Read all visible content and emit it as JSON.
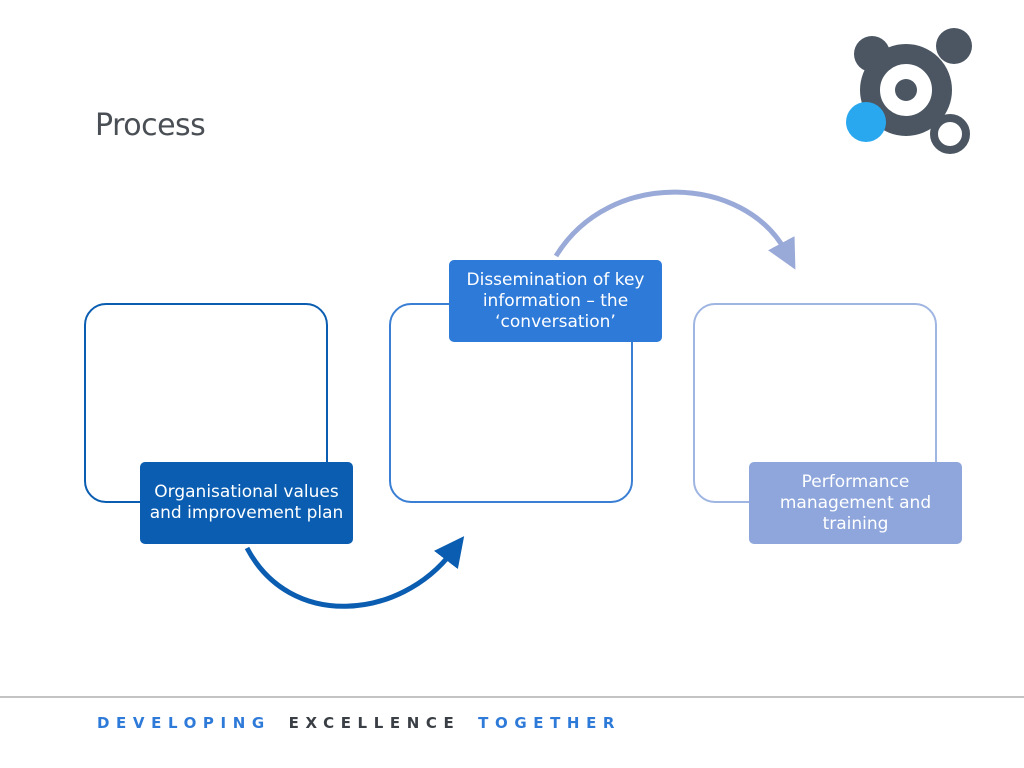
{
  "slide": {
    "title": "Process"
  },
  "steps": [
    {
      "label": "Organisational values and improvement plan",
      "fill": "#0a5db0",
      "border": "#0a5db0"
    },
    {
      "label": "Dissemination of key information – the ‘conversation’",
      "fill": "#2e7ad9",
      "border": "#3a7fd4"
    },
    {
      "label": "Performance management and training",
      "fill": "#8ea6dc",
      "border": "#9fb5e2"
    }
  ],
  "arrows": {
    "step1_to_step2_color": "#0a5db0",
    "step2_to_step3_color": "#9aaad8"
  },
  "logo": {
    "icon": "circles-logo-icon",
    "dark_color": "#4b5662",
    "accent_color": "#29a8f0"
  },
  "footer": {
    "word1": "DEVELOPING",
    "word2": "EXCELLENCE",
    "word3": "TOGETHER",
    "color1": "#2e7ad9",
    "color2": "#3a3f45",
    "color3": "#2e7ad9"
  }
}
